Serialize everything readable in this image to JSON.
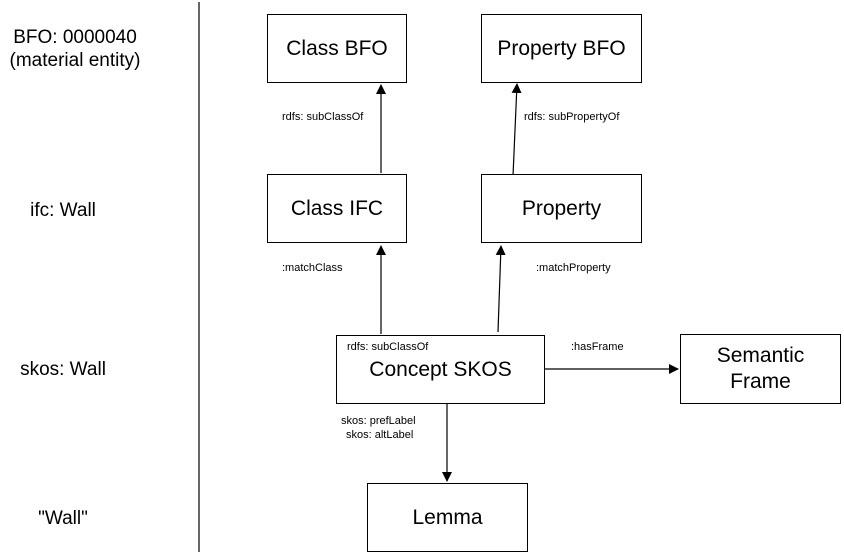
{
  "row_labels": {
    "bfo_line1": "BFO: 0000040",
    "bfo_line2": "(material entity)",
    "ifc": "ifc: Wall",
    "skos": "skos: Wall",
    "word": "\"Wall\""
  },
  "nodes": {
    "class_bfo": "Class BFO",
    "property_bfo": "Property BFO",
    "class_ifc": "Class IFC",
    "property": "Property",
    "concept_skos": "Concept SKOS",
    "semantic_frame": "Semantic Frame",
    "lemma": "Lemma"
  },
  "edges": {
    "subclassof_bfo": "rdfs: subClassOf",
    "subpropertyof": "rdfs: subPropertyOf",
    "match_class": ":matchClass",
    "match_property": ":matchProperty",
    "subclassof_skos": "rdfs: subClassOf",
    "has_frame": ":hasFrame",
    "pref_label": "skos: prefLabel",
    "alt_label": "skos: altLabel"
  }
}
